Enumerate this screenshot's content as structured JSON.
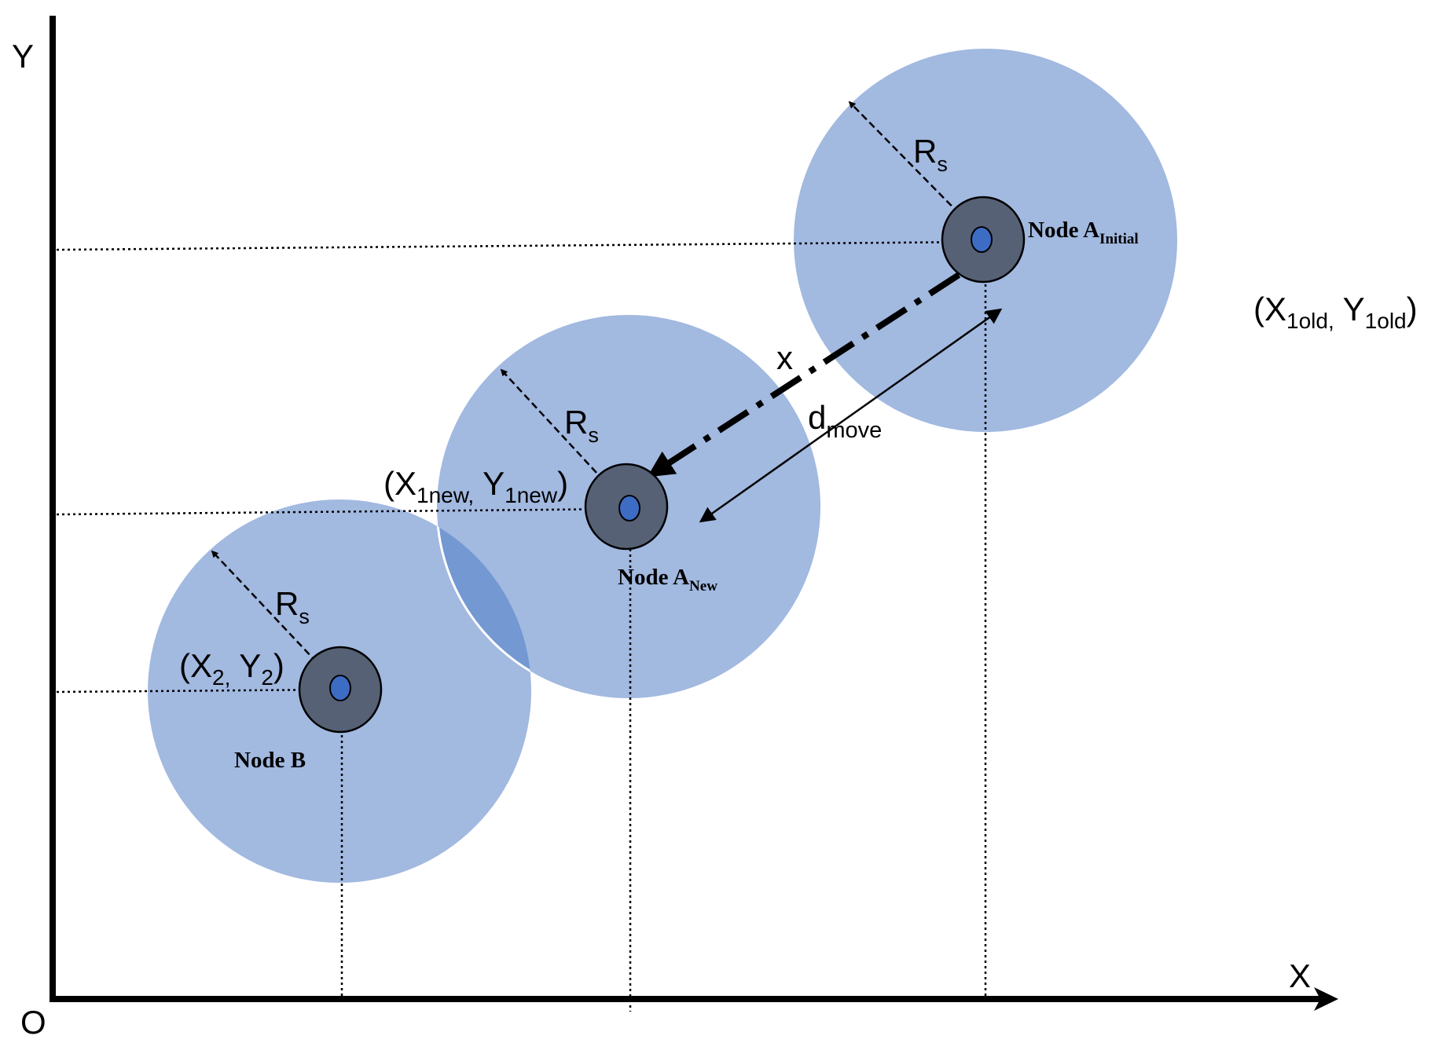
{
  "axes": {
    "x_label": "X",
    "y_label": "Y",
    "origin_label": "O"
  },
  "nodes": {
    "a_initial": {
      "name": "Node A",
      "sub": "Initial",
      "coord_x": "X",
      "coord_x_sub": "1old,",
      "coord_y": "Y",
      "coord_y_sub": "1old"
    },
    "a_new": {
      "name": "Node A",
      "sub": "New",
      "coord_x": "X",
      "coord_x_sub": "1new,",
      "coord_y": "Y",
      "coord_y_sub": "1new"
    },
    "b": {
      "name": "Node B",
      "coord_x": "X",
      "coord_x_sub": "2,",
      "coord_y": "Y",
      "coord_y_sub": "2"
    }
  },
  "labels": {
    "radius": "R",
    "radius_sub": "s",
    "distance": "x",
    "move": "d",
    "move_sub": "move"
  },
  "colors": {
    "range_fill": "#a2b9e0",
    "overlap_fill": "#7398d2",
    "node_ring": "#566176",
    "node_core": "#3d6cc4",
    "stroke": "#000000"
  }
}
